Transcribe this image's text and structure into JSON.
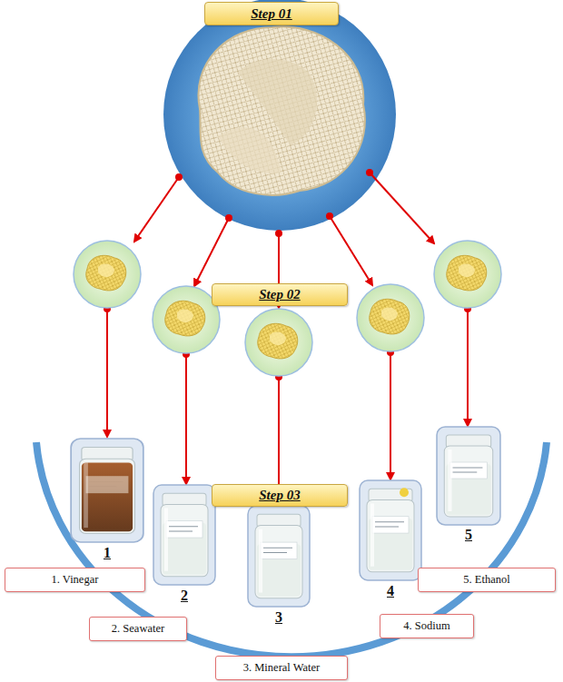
{
  "diagram": {
    "nodes": [
      {
        "text": [
          "Step 01"
        ]
      },
      {
        "text": [
          "Step 02"
        ]
      },
      {
        "text": [
          "Step 03"
        ]
      },
      {
        "text": [
          "1. Vinegar"
        ]
      },
      {
        "text": [
          "2. Seawater"
        ]
      },
      {
        "text": [
          "3. Mineral Water"
        ]
      },
      {
        "text": [
          "4. Sodium"
        ]
      },
      {
        "text": [
          "5. Ethanol"
        ]
      }
    ],
    "labels": [
      "1",
      "2",
      "3",
      "4",
      "5"
    ]
  }
}
